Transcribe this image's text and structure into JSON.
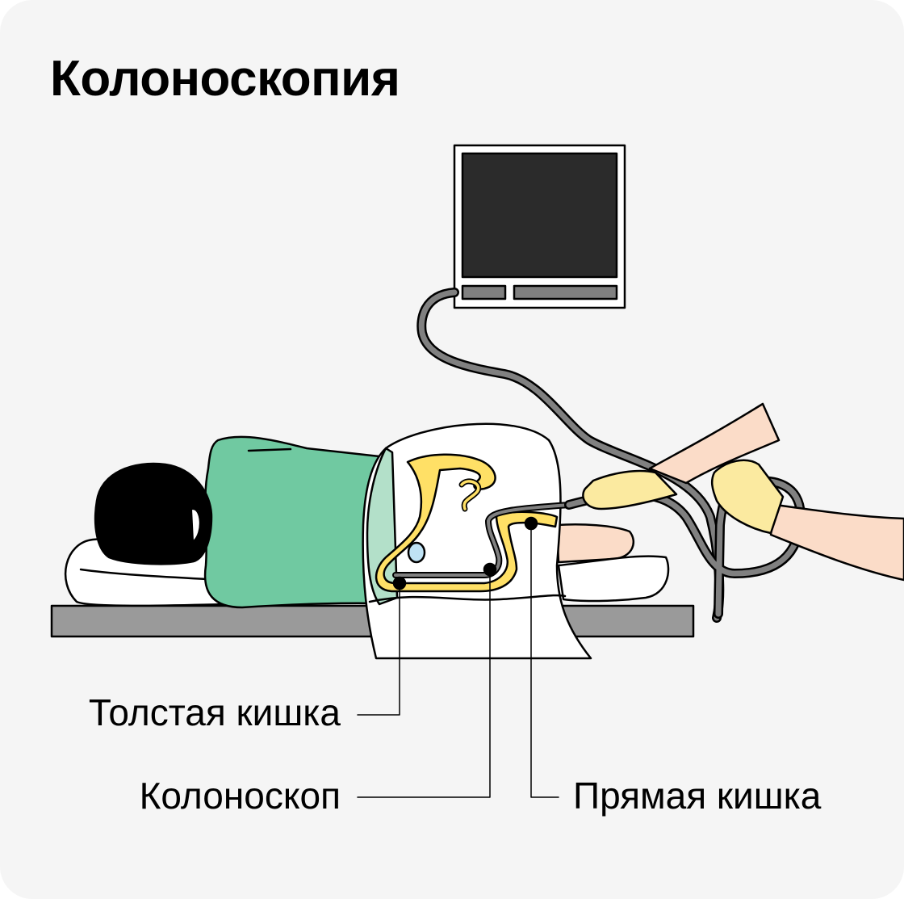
{
  "title": "Колоноскопия",
  "labels": {
    "colon": "Толстая кишка",
    "colonoscope": "Колоноскоп",
    "rectum": "Прямая кишка"
  },
  "colors": {
    "background": "#f5f5f5",
    "shirt": "#70c9a1",
    "colon": "#ffe066",
    "scope_cable": "#808080",
    "monitor_screen": "#2b2b2b",
    "glove": "#fbeaa0",
    "skin": "#fbdcc8",
    "table": "#9a9a9a"
  }
}
